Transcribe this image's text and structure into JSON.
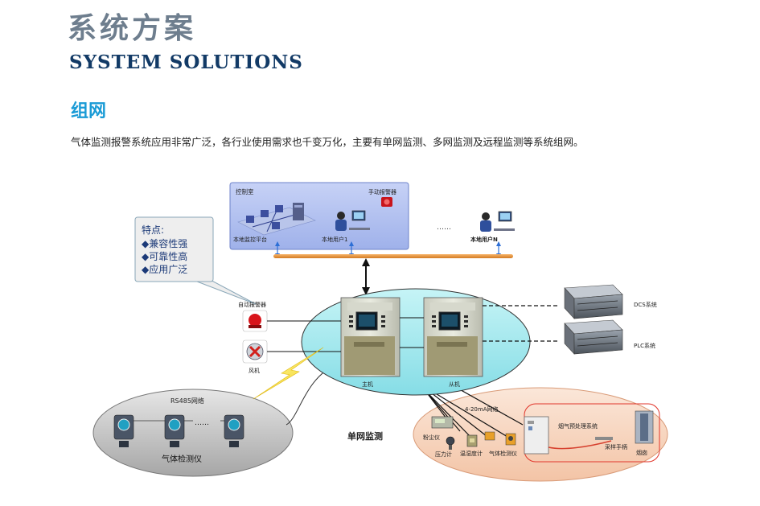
{
  "header": {
    "title_cn": "系统方案",
    "title_en": "SYSTEM SOLUTIONS"
  },
  "section": {
    "title": "组网",
    "intro": "气体监测报警系统应用非常广泛，各行业使用需求也千变万化，主要有单网监测、多网监测及远程监测等系统组网。"
  },
  "diagram": {
    "control_room": {
      "title": "控制室",
      "manual_alarm": "手动报警器",
      "local_platform": "本地监控平台",
      "local_user_1": "本地用户1",
      "ellipsis": "……",
      "local_user_n": "本地用户N"
    },
    "features": {
      "title": "特点:",
      "items": [
        "◆兼容性强",
        "◆可靠性高",
        "◆应用广泛"
      ]
    },
    "auto_alarm": "自动报警器",
    "fan": "风机",
    "main_unit": "主机",
    "slave_unit": "从机",
    "dcs": "DCS系统",
    "plc": "PLC系统",
    "rs485": "RS485网络",
    "dots": "……",
    "gas_detector": "气体检测仪",
    "single_network": "单网监测",
    "ma_network": "4-20mA网络",
    "dust_meter": "粉尘仪",
    "pressure_gauge": "压力计",
    "temp_humidity": "温湿度计",
    "gas_detector_2": "气体检测仪",
    "flue_gas_system": "烟气预处理系统",
    "sampling_handle": "采样手柄",
    "flue": "烟囱"
  }
}
